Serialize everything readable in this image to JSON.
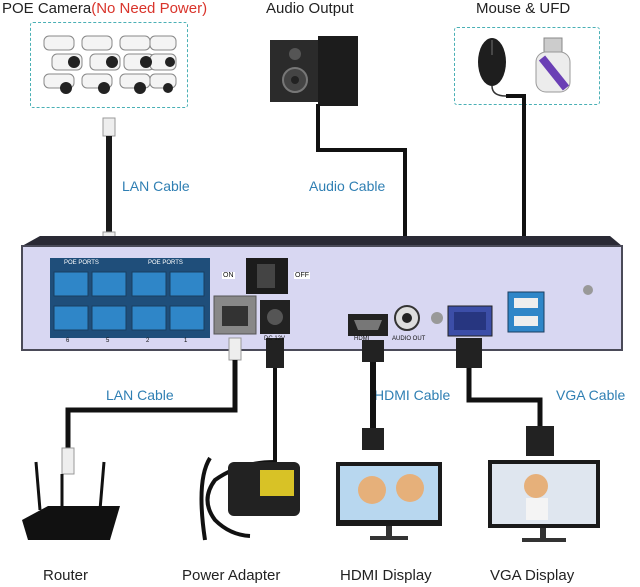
{
  "labels": {
    "poe_camera": "POE Camera",
    "poe_camera_note": "(No Need Power)",
    "audio_output": "Audio Output",
    "mouse_ufd": "Mouse & UFD",
    "router": "Router",
    "power_adapter": "Power Adapter",
    "hdmi_display": "HDMI Display",
    "vga_display": "VGA Display"
  },
  "cables": {
    "lan_top": "LAN Cable",
    "audio": "Audio Cable",
    "lan_bottom": "LAN Cable",
    "hdmi": "HDMI Cable",
    "vga": "VGA Cable"
  },
  "panel": {
    "poe_ports_left": "POE PORTS",
    "poe_ports_right": "POE PORTS",
    "on": "ON",
    "off": "OFF",
    "audio_out": "AUDIO OUT",
    "dc_12v": "DC 12V",
    "hdmi": "HDMI",
    "port_numbers_bottom": [
      "6",
      "5",
      "2",
      "1"
    ]
  },
  "colors": {
    "accent_cable_text": "#2f7fb3",
    "warning_text": "#d9342b",
    "port_blue": "#2f86c8",
    "panel_face": "#d7d6f3",
    "dashed_border": "#4ab0b5"
  }
}
